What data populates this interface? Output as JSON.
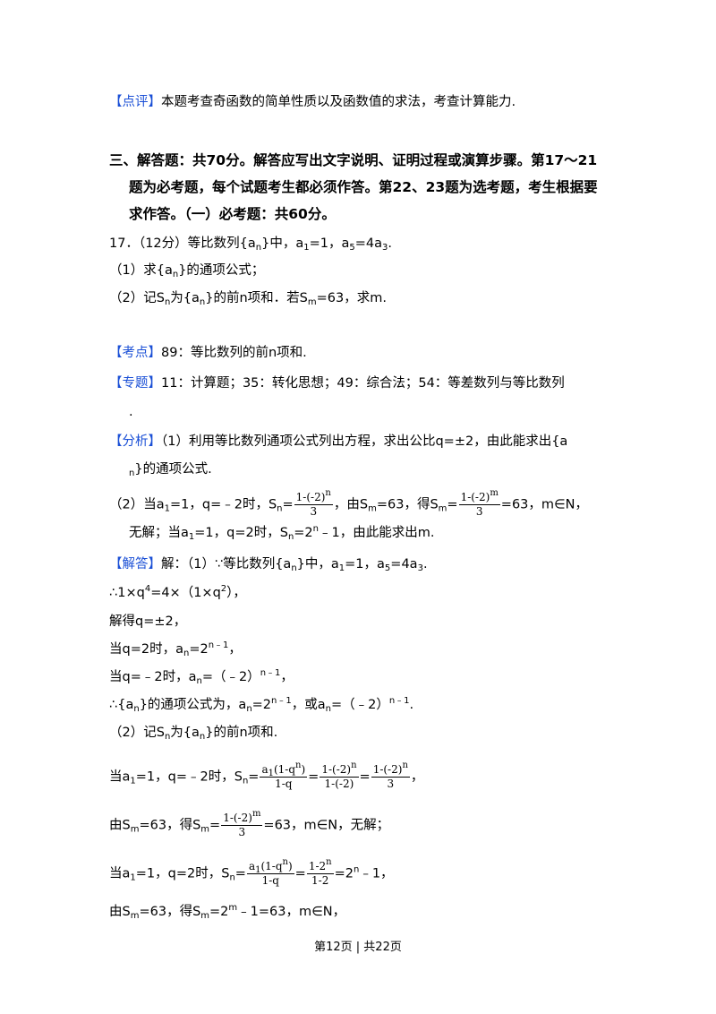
{
  "review": {
    "tag": "【点评】",
    "text": "本题考查奇函数的简单性质以及函数值的求法，考查计算能力."
  },
  "section": {
    "line1": "三、解答题：共70分。解答应写出文字说明、证明过程或演算步骤。第17～21",
    "line2": "题为必考题，每个试题考生都必须作答。第22、23题为选考题，考生根据要",
    "line3": "求作答。（一）必考题：共60分。"
  },
  "problem": {
    "stem_a": "17．（12分）等比数列{a",
    "stem_b": "}中，a",
    "stem_c": "=1，a",
    "stem_d": "=4a",
    "stem_e": ".",
    "q1_a": "（1）求{a",
    "q1_b": "}的通项公式；",
    "q2_a": "（2）记S",
    "q2_b": "为{a",
    "q2_c": "}的前n项和．若S",
    "q2_d": "=63，求m."
  },
  "kaodian": {
    "tag": "【考点】",
    "text": "89：等比数列的前n项和."
  },
  "zhuanti": {
    "tag": "【专题】",
    "text": "11：计算题；35：转化思想；49：综合法；54：等差数列与等比数列",
    "cont": "."
  },
  "fenxi": {
    "tag": "【分析】",
    "l1": "（1）利用等比数列通项公式列出方程，求出公比q=±2，由此能求出{a",
    "l2": "}的通项公式.",
    "l3_a": "（2）当a",
    "l3_b": "=1，q=﹣2时，S",
    "l3_c": "=",
    "l3_d": "，由S",
    "l3_e": "=63，得S",
    "l3_f": "=",
    "l3_g": "=63，m∈N，",
    "l4_a": "无解；当a",
    "l4_b": "=1，q=2时，S",
    "l4_c": "=2",
    "l4_d": "﹣1，由此能求出m."
  },
  "jieda": {
    "tag": "【解答】",
    "l1_a": "解：（1）∵等比数列{a",
    "l1_b": "}中，a",
    "l1_c": "=1，a",
    "l1_d": "=4a",
    "l1_e": ".",
    "l2_a": "∴1×q",
    "l2_b": "=4×（1×q",
    "l2_c": "），",
    "l3": "解得q=±2，",
    "l4_a": "当q=2时，a",
    "l4_b": "=2",
    "l4_c": "，",
    "l5_a": "当q=﹣2时，a",
    "l5_b": "=（﹣2）",
    "l5_c": "，",
    "l6_a": "∴{a",
    "l6_b": "}的通项公式为，a",
    "l6_c": "=2",
    "l6_d": "，或a",
    "l6_e": "=（﹣2）",
    "l6_f": ".",
    "l7_a": "（2）记S",
    "l7_b": "为{a",
    "l7_c": "}的前n项和.",
    "l8_a": "当a",
    "l8_b": "=1，q=﹣2时，S",
    "l8_c": "=",
    "l8_d": "=",
    "l8_e": "=",
    "l8_f": "，",
    "l9_a": "由S",
    "l9_b": "=63，得S",
    "l9_c": "=",
    "l9_d": "=63，m∈N，无解；",
    "l10_a": "当a",
    "l10_b": "=1，q=2时，S",
    "l10_c": "=",
    "l10_d": "=",
    "l10_e": "=2",
    "l10_f": "﹣1，",
    "l11_a": "由S",
    "l11_b": "=63，得S",
    "l11_c": "=2",
    "l11_d": "﹣1=63，m∈N，"
  },
  "sym": {
    "n": "n",
    "m": "m",
    "1": "1",
    "3": "3",
    "4": "4",
    "5": "5",
    "2": "2",
    "nm1": "n﹣1"
  },
  "fr": {
    "one_m_m2n": "1-(-2)",
    "one_m_m2m": "1-(-2)",
    "three": "3",
    "a1": "a",
    "one_m_qn": "(1-q",
    "close": ")",
    "one_m_q": "1-q",
    "one_m_neg2": "1-(-2)",
    "one_m_2n": "1-2",
    "one_m_2": "1-2"
  },
  "footer": {
    "text": "第12页 | 共22页"
  }
}
